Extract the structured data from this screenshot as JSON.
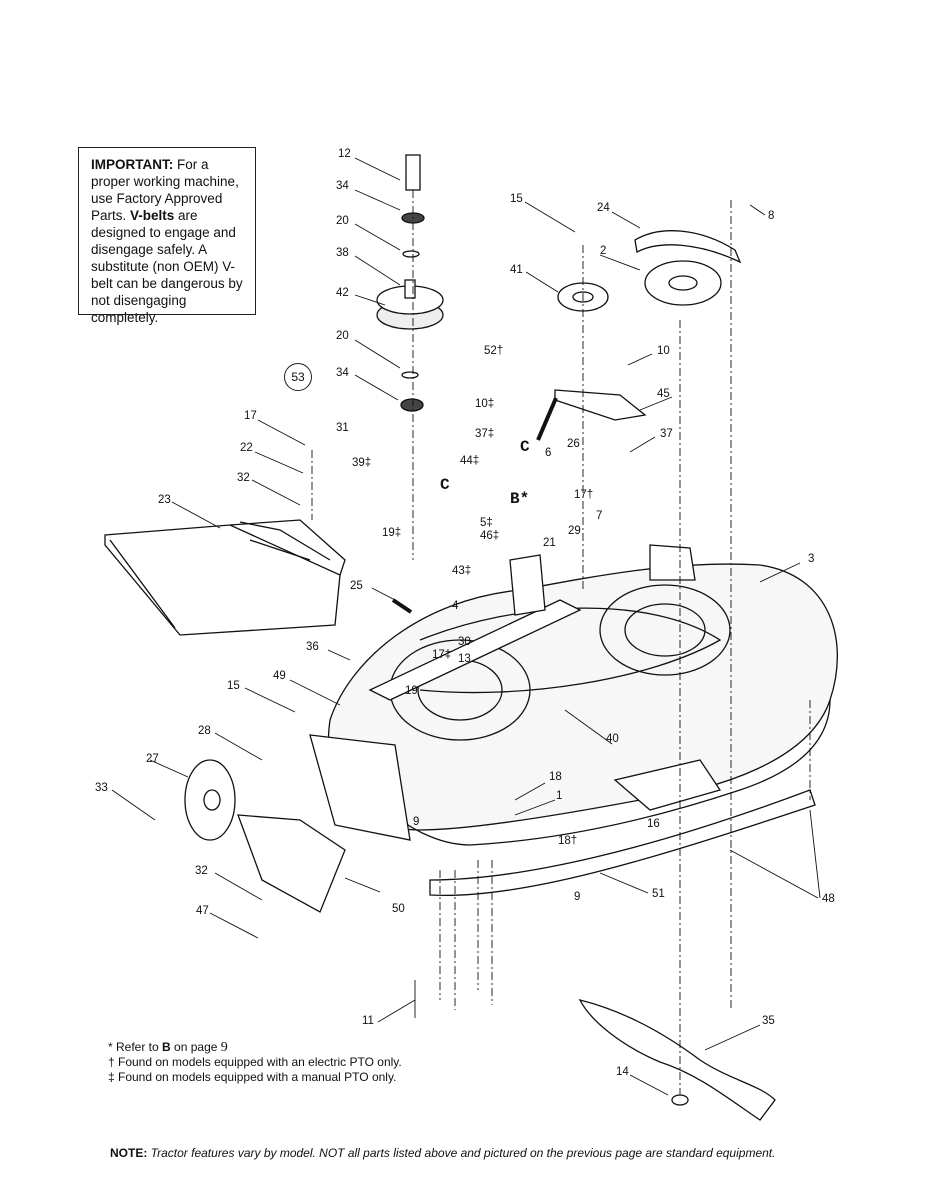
{
  "important": {
    "lead": "IMPORTANT:",
    "text1": " For a proper working machine, use Factory Approved Parts. ",
    "bold2": "V-belts",
    "text2": " are designed to engage and disengage safely. A substitute (non OEM) V-belt can be dangerous by not disengaging completely."
  },
  "footnotes": {
    "refer_prefix": "* Refer to ",
    "refer_letter": "B",
    "refer_mid": " on page ",
    "refer_page": "9",
    "dagger": "† Found on models equipped with an electric PTO only.",
    "ddagger": "‡ Found on models equipped with a manual PTO only."
  },
  "note": {
    "label": "NOTE:",
    "text": " Tractor features vary by model. NOT all parts listed above and pictured on the previous page are standard equipment."
  },
  "circled_label": "53",
  "callouts": [
    "12",
    "34",
    "20",
    "38",
    "42",
    "20",
    "34",
    "31",
    "39‡",
    "10‡",
    "37‡",
    "44‡",
    "17",
    "22",
    "32",
    "23",
    "15",
    "24",
    "2",
    "8",
    "41",
    "52†",
    "10",
    "45",
    "26",
    "37",
    "6",
    "17†",
    "5‡",
    "46‡",
    "19‡",
    "7",
    "29",
    "21",
    "43‡",
    "3",
    "25",
    "4",
    "36",
    "30",
    "17‡",
    "13",
    "19",
    "49",
    "15",
    "28",
    "27",
    "33",
    "40",
    "18",
    "1",
    "18†",
    "16",
    "9",
    "32",
    "50",
    "47",
    "51",
    "9",
    "48",
    "11",
    "35",
    "14"
  ],
  "letters": [
    "C",
    "C",
    "B*"
  ]
}
